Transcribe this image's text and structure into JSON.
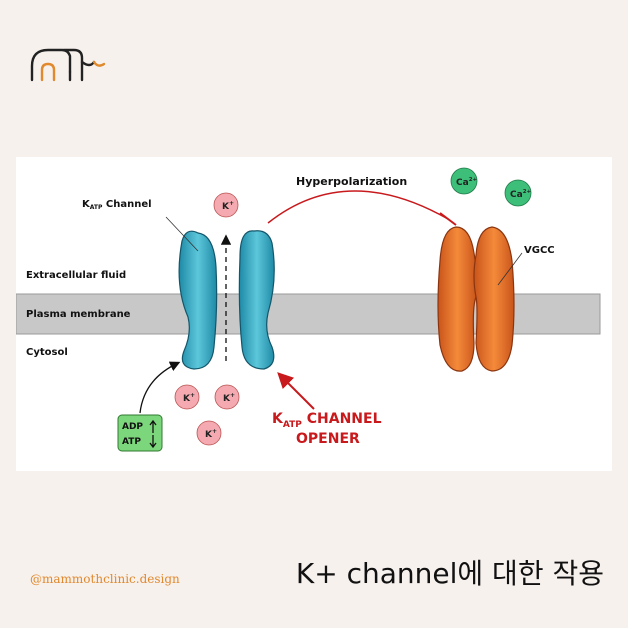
{
  "brand": {
    "handle": "@mammothclinic.design",
    "logo_icon": "elephant-logo-icon"
  },
  "diagram": {
    "regions": {
      "extracellular": "Extracellular fluid",
      "membrane": "Plasma membrane",
      "cytosol": "Cytosol"
    },
    "katp_label": {
      "main": "K",
      "sub": "ATP",
      "rest": " Channel"
    },
    "vgcc_label": "VGCC",
    "hyperpolarization": "Hyperpolarization",
    "ion_k": {
      "symbol": "K",
      "charge": "+"
    },
    "ion_ca": {
      "symbol": "Ca",
      "charge": "2+"
    },
    "adp_atp": {
      "adp": "ADP",
      "atp": "ATP"
    },
    "opener": {
      "k": "K",
      "sub": "ATP",
      "line1_rest": " CHANNEL",
      "line2": "OPENER"
    },
    "colors": {
      "katp_channel": "#3fb0c8",
      "vgcc": "#f07a2a",
      "ion_fill": "#f4aab0",
      "ca_fill": "#3dbf7a",
      "membrane": "#c8c8c8",
      "inhibition_arrow": "#c8191c",
      "adp_box": "#7cd67c"
    }
  },
  "caption": "K+ channel에 대한 작용"
}
